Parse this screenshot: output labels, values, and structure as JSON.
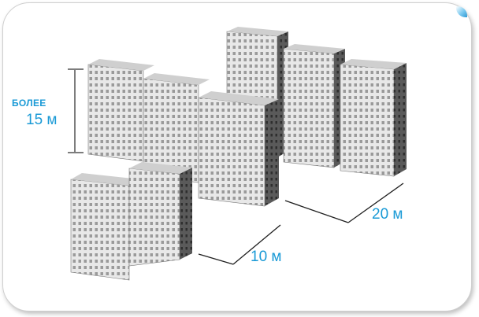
{
  "labels": {
    "height_top": "БОЛЕЕ",
    "height_bottom": "15 м",
    "gap_far": "20 м",
    "gap_near": "10 м"
  },
  "colors": {
    "accent": "#1a9ad6",
    "dimension_line": "#7d7d7d",
    "building_light": "#e9e9e9",
    "building_dark": "#4a4a4a"
  }
}
